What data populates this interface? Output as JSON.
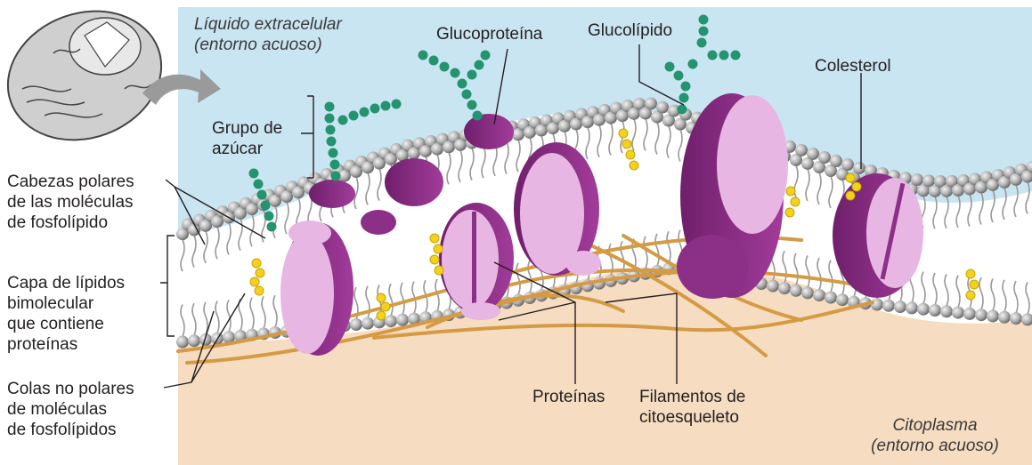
{
  "labels": {
    "extracellular": "Líquido extracelular\n(entorno acuoso)",
    "glycoprotein": "Glucoproteína",
    "glycolipid": "Glucolípido",
    "cholesterol": "Colesterol",
    "sugar_group": "Grupo de\nazúcar",
    "polar_heads": "Cabezas polares\nde las moléculas\nde fosfolípido",
    "bilayer": "Capa de lípidos\nbimolecular\nque contiene\nproteínas",
    "nonpolar_tails": "Colas no polares\nde moléculas\nde fosfolípidos",
    "proteins": "Proteínas",
    "filaments": "Filamentos de\ncitoesqueleto",
    "cytoplasm": "Citoplasma\n(entorno acuoso)"
  },
  "colors": {
    "extracellular": "#c9e5f2",
    "cytoplasm": "#f6dcc0",
    "head": "#a9a9a9",
    "protein_dark": "#8c2f86",
    "protein_light": "#e8b6e2",
    "sugar": "#23946f",
    "cholesterol": "#f3d11f",
    "filament": "#d59a44"
  }
}
